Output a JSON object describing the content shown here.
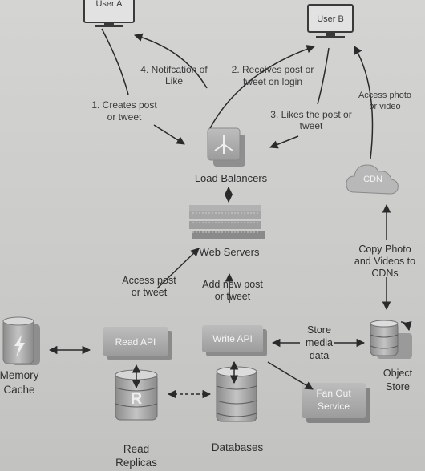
{
  "nodes": {
    "user_a": "User A",
    "user_b": "User B",
    "load_balancers": "Load Balancers",
    "web_servers": "Web Servers",
    "read_api": "Read API",
    "write_api": "Write API",
    "memory_cache_1": "Memory",
    "memory_cache_2": "Cache",
    "read_replicas_1": "Read",
    "read_replicas_2": "Replicas",
    "replica_letter": "R",
    "databases": "Databases",
    "fan_out_1": "Fan Out",
    "fan_out_2": "Service",
    "cdn": "CDN",
    "object_store_1": "Object",
    "object_store_2": "Store"
  },
  "edges": {
    "creates_1": "1. Creates post",
    "creates_2": "or tweet",
    "notif_1": "4. Notifcation of",
    "notif_2": "Like",
    "receives_1": "2. Receives post or",
    "receives_2": "tweet on login",
    "likes_1": "3. Likes the post or",
    "likes_2": "tweet",
    "access_photo_1": "Access photo",
    "access_photo_2": "or video",
    "copy_1": "Copy Photo",
    "copy_2": "and Videos to",
    "copy_3": "CDNs",
    "access_post_1": "Access post",
    "access_post_2": "or tweet",
    "add_post_1": "Add new post",
    "add_post_2": "or tweet",
    "store_1": "Store",
    "store_2": "media",
    "store_3": "data"
  }
}
